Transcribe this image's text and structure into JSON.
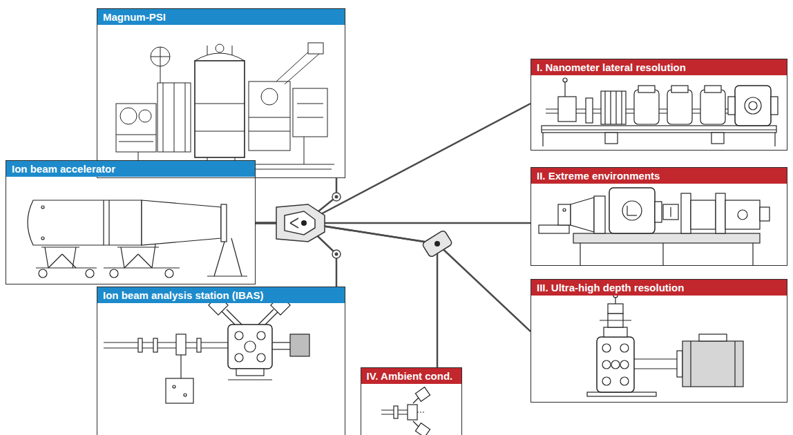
{
  "diagram": {
    "nodes": [
      {
        "text": [
          "Magnum-PSI"
        ]
      },
      {
        "text": [
          "Ion beam accelerator"
        ]
      },
      {
        "text": [
          "Ion beam analysis station (IBAS)"
        ]
      },
      {
        "text": [
          "I. Nanometer lateral resolution"
        ]
      },
      {
        "text": [
          "II. Extreme environments"
        ]
      },
      {
        "text": [
          "III. Ultra-high depth resolution"
        ]
      },
      {
        "text": [
          "IV. Ambient cond."
        ]
      }
    ],
    "edges": [
      {
        "from": 1,
        "to": 0,
        "arrow": "none"
      },
      {
        "from": 1,
        "to": 2,
        "arrow": "none"
      },
      {
        "from": 1,
        "to": 3,
        "arrow": "none"
      },
      {
        "from": 1,
        "to": 4,
        "arrow": "none"
      },
      {
        "from": 1,
        "to": 5,
        "arrow": "none"
      },
      {
        "from": 1,
        "to": 6,
        "arrow": "none"
      }
    ]
  }
}
